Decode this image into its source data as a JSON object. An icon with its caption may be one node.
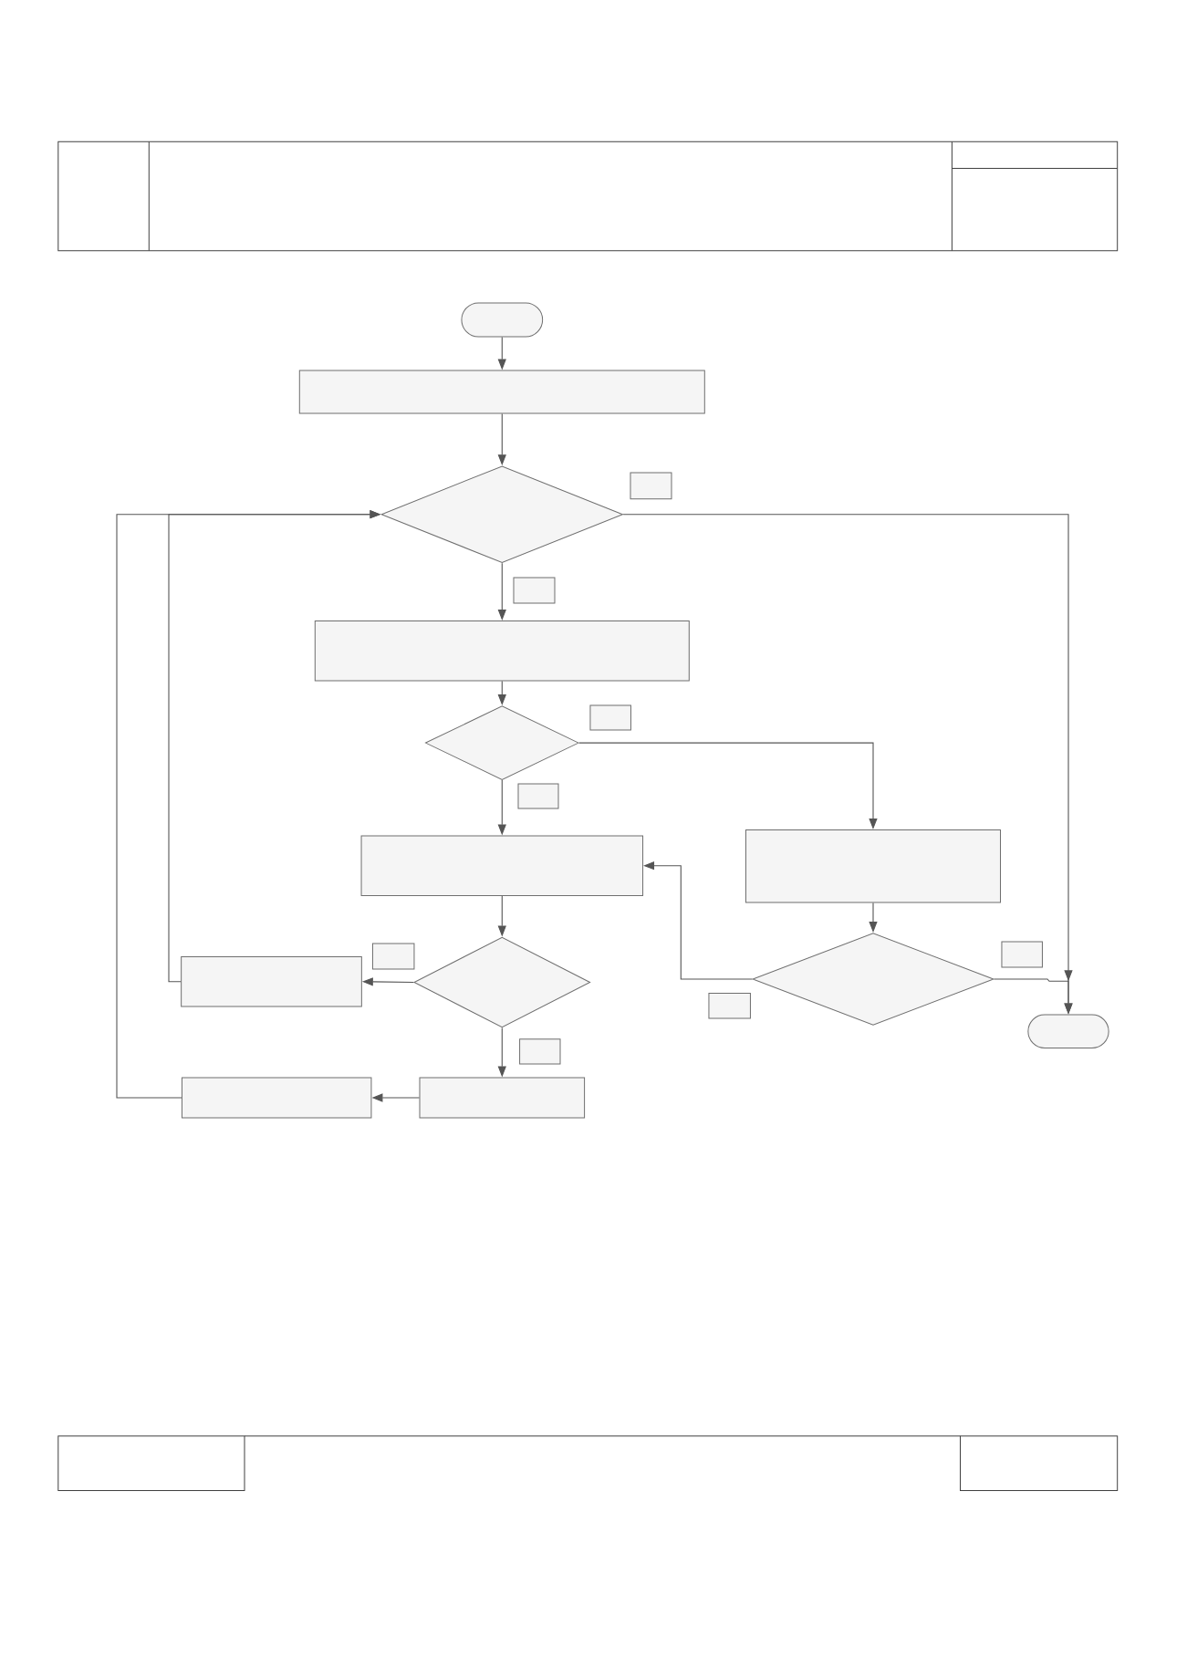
{
  "diagram": {
    "nodes": [
      {
        "text": [],
        "shape": "pill"
      },
      {
        "text": [],
        "shape": "box"
      },
      {
        "text": [],
        "shape": "diamond"
      },
      {
        "text": [],
        "shape": "box"
      },
      {
        "text": [],
        "shape": "box"
      },
      {
        "text": [],
        "shape": "box"
      },
      {
        "text": [],
        "shape": "diamond"
      },
      {
        "text": [],
        "shape": "box"
      },
      {
        "text": [],
        "shape": "box"
      },
      {
        "text": [],
        "shape": "box"
      },
      {
        "text": [],
        "shape": "box"
      },
      {
        "text": [],
        "shape": "diamond"
      },
      {
        "text": [],
        "shape": "box"
      },
      {
        "text": [],
        "shape": "box"
      },
      {
        "text": [],
        "shape": "diamond"
      },
      {
        "text": [],
        "shape": "box"
      },
      {
        "text": [],
        "shape": "pill"
      },
      {
        "text": [],
        "shape": "box"
      },
      {
        "text": [],
        "shape": "box"
      },
      {
        "text": [],
        "shape": "box"
      },
      {
        "text": [],
        "shape": "box"
      }
    ],
    "edges": [
      {
        "from": 0,
        "to": 1,
        "arrow": "to"
      },
      {
        "from": 1,
        "to": 2,
        "arrow": "to"
      },
      {
        "from": 2,
        "to": 5,
        "arrow": "to"
      },
      {
        "from": 2,
        "to": 16,
        "arrow": "to"
      },
      {
        "from": 5,
        "to": 6,
        "arrow": "to"
      },
      {
        "from": 6,
        "to": 9,
        "arrow": "to"
      },
      {
        "from": 6,
        "to": 10,
        "arrow": "to"
      },
      {
        "from": 9,
        "to": 11,
        "arrow": "to"
      },
      {
        "from": 10,
        "to": 14,
        "arrow": "to"
      },
      {
        "from": 11,
        "to": 13,
        "arrow": "to"
      },
      {
        "from": 11,
        "to": 20,
        "arrow": "to"
      },
      {
        "from": 14,
        "to": 9,
        "arrow": "to"
      },
      {
        "from": 14,
        "to": 16,
        "arrow": "to"
      },
      {
        "from": 13,
        "to": 2,
        "arrow": "to"
      },
      {
        "from": 19,
        "to": 2,
        "arrow": "to"
      },
      {
        "from": 20,
        "to": 19,
        "arrow": "to"
      }
    ]
  }
}
